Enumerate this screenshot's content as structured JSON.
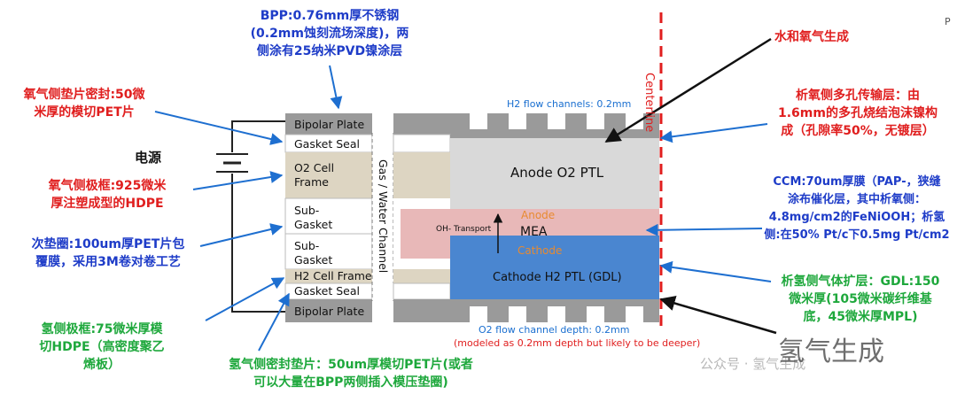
{
  "annotations": {
    "bpp": [
      "BPP:0.76mm厚不锈钢",
      "(0.2mm蚀刻流场深度)，两",
      "侧涂有25纳米PVD镍涂层"
    ],
    "o2_gasket": [
      "氧气侧垫片密封:50微",
      "米厚的模切PET片"
    ],
    "power": "电源",
    "o2_frame": [
      "氧气侧极框:925微米",
      "厚注塑成型的HDPE"
    ],
    "subgasket": [
      "次垫圈:100um厚PET片包",
      "覆膜，采用3M卷对卷工艺"
    ],
    "h2_frame": [
      "氢侧极框:75微米厚模",
      "切HDPE（高密度聚乙",
      "烯板）"
    ],
    "h2_gasket": [
      "氢气侧密封垫片：50um厚模切PET片(或者",
      "可以大量在BPP两侧插入模压垫圈)"
    ],
    "water_o2": "水和氧气生成",
    "anode_ptl": [
      "析氧侧多孔传输层：由",
      "1.6mm的多孔烧结泡沫镍构",
      "成（孔隙率50%，无镀层）"
    ],
    "ccm": [
      "CCM:70um厚膜（PAP-，狭缝",
      "涂布催化层，其中析氧侧：",
      "4.8mg/cm2的FeNiOOH；析氢",
      "侧:在50% Pt/c下0.5mg Pt/cm2"
    ],
    "gdl": [
      "析氢侧气体扩层：GDL:150",
      "微米厚(105微米碳纤维基",
      "底，45微米厚MPL)"
    ]
  },
  "diagram": {
    "centerline": "Centerline",
    "h2_channels": "H2 flow channels: 0.2mm",
    "o2_depth": "O2 flow channel depth: 0.2mm",
    "o2_depth_note": "(modeled as 0.2mm depth but likely to be deeper)",
    "gas_water_channel": "Gas / Water Channel",
    "layers": {
      "bipolar_top": "Bipolar Plate",
      "gasket_top": "Gasket Seal",
      "o2_frame": [
        "O2 Cell",
        "Frame"
      ],
      "sub1": [
        "Sub-",
        "Gasket"
      ],
      "sub2": [
        "Sub-",
        "Gasket"
      ],
      "h2_frame": "H2 Cell Frame",
      "gasket_bottom": "Gasket Seal",
      "bipolar_bottom": "Bipolar Plate"
    },
    "anode_ptl": "Anode O2 PTL",
    "mea": "MEA",
    "anode": "Anode",
    "cathode": "Cathode",
    "oh_transport": "OH- Transport",
    "cathode_ptl": "Cathode H2 PTL (GDL)"
  },
  "watermark": {
    "text": "公众号 · 氢气生成",
    "big": "氢气生成",
    "corner": "P"
  },
  "colors": {
    "red": "#e01e1e",
    "blue": "#1e3cc8",
    "green": "#1ea83c",
    "plate": "#9a9a9a",
    "frame": "#ddd5c2",
    "ptl": "#d9d9d9",
    "mea": "#e8b8b8",
    "cathode_ptl": "#4a86d0"
  }
}
